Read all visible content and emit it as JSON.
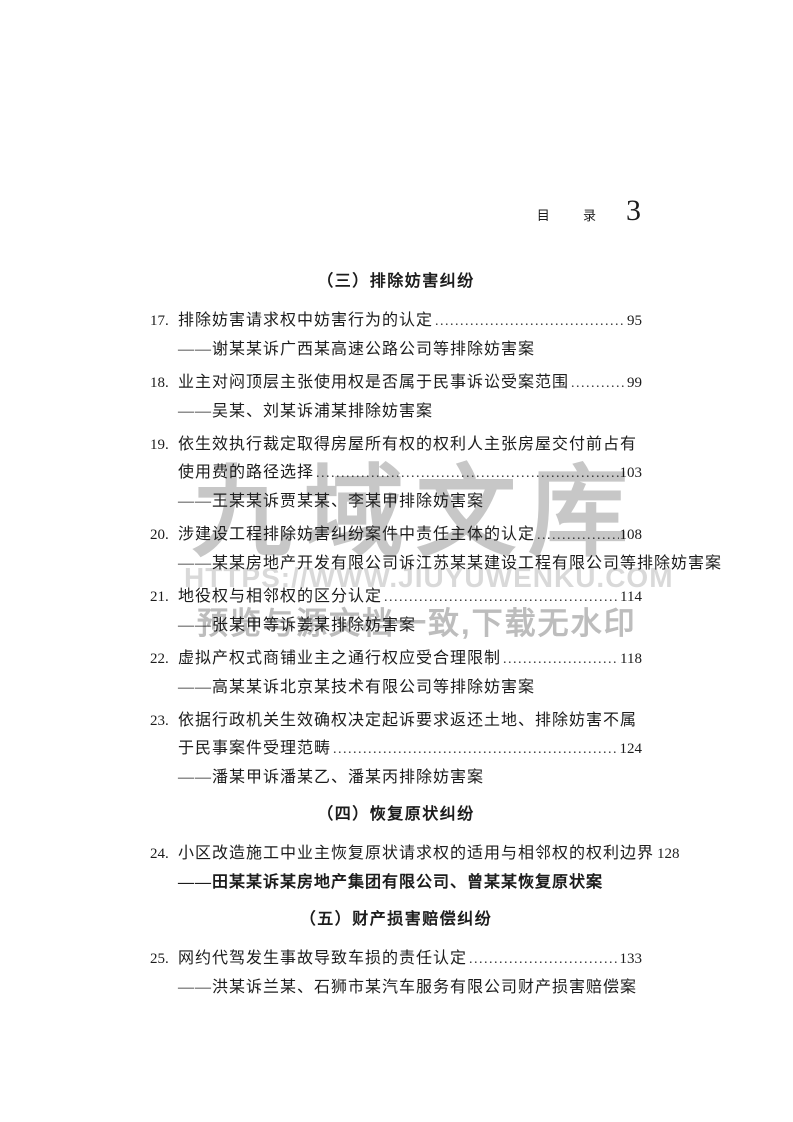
{
  "page": {
    "header": {
      "label": "目 录",
      "page_number": "3"
    },
    "watermark": {
      "brand": "九域文库",
      "url": "HTTPS://WWW.JIUYUWENKU.COM",
      "slogan": "预览与源文档一致,下载无水印",
      "brand_color": "#c7c7c7",
      "url_color": "#d9d9d9",
      "slogan_color": "#bdbdbd"
    },
    "sections": [
      {
        "title": "（三）排除妨害纠纷",
        "entries": [
          {
            "num": "17.",
            "title_lines": [
              "排除妨害请求权中妨害行为的认定"
            ],
            "page": "95",
            "subtitle": "——谢某某诉广西某高速公路公司等排除妨害案",
            "subtitle_bold": false
          },
          {
            "num": "18.",
            "title_lines": [
              "业主对闷顶层主张使用权是否属于民事诉讼受案范围"
            ],
            "page": "99",
            "subtitle": "——吴某、刘某诉浦某排除妨害案",
            "subtitle_bold": false
          },
          {
            "num": "19.",
            "title_lines": [
              "依生效执行裁定取得房屋所有权的权利人主张房屋交付前占有",
              "使用费的路径选择"
            ],
            "page": "103",
            "subtitle": "——王某某诉贾某某、李某甲排除妨害案",
            "subtitle_bold": false
          },
          {
            "num": "20.",
            "title_lines": [
              "涉建设工程排除妨害纠纷案件中责任主体的认定"
            ],
            "page": "108",
            "subtitle": "——某某房地产开发有限公司诉江苏某某建设工程有限公司等排除妨害案",
            "subtitle_bold": false
          },
          {
            "num": "21.",
            "title_lines": [
              "地役权与相邻权的区分认定"
            ],
            "page": "114",
            "subtitle": "——张某甲等诉姜某排除妨害案",
            "subtitle_bold": false
          },
          {
            "num": "22.",
            "title_lines": [
              "虚拟产权式商铺业主之通行权应受合理限制"
            ],
            "page": "118",
            "subtitle": "——高某某诉北京某技术有限公司等排除妨害案",
            "subtitle_bold": false
          },
          {
            "num": "23.",
            "title_lines": [
              "依据行政机关生效确权决定起诉要求返还土地、排除妨害不属",
              "于民事案件受理范畴"
            ],
            "page": "124",
            "subtitle": "——潘某甲诉潘某乙、潘某丙排除妨害案",
            "subtitle_bold": false
          }
        ]
      },
      {
        "title": "（四）恢复原状纠纷",
        "entries": [
          {
            "num": "24.",
            "title_lines": [
              "小区改造施工中业主恢复原状请求权的适用与相邻权的权利边界"
            ],
            "page": "128",
            "subtitle": "——田某某诉某房地产集团有限公司、曾某某恢复原状案",
            "subtitle_bold": true
          }
        ]
      },
      {
        "title": "（五）财产损害赔偿纠纷",
        "entries": [
          {
            "num": "25.",
            "title_lines": [
              "网约代驾发生事故导致车损的责任认定"
            ],
            "page": "133",
            "subtitle": "——洪某诉兰某、石狮市某汽车服务有限公司财产损害赔偿案",
            "subtitle_bold": false
          }
        ]
      }
    ]
  }
}
